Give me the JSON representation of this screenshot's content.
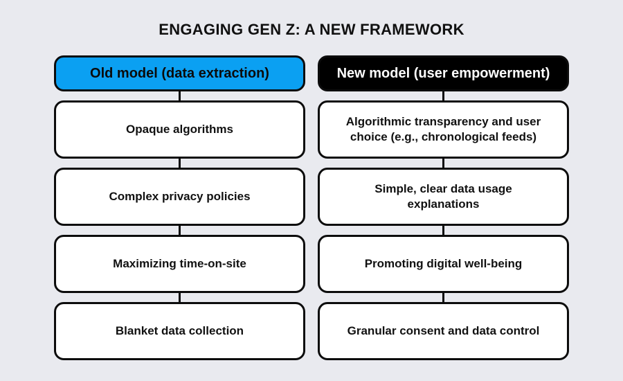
{
  "title": "ENGAGING GEN Z: A NEW FRAMEWORK",
  "colors": {
    "background": "#e9eaef",
    "accent_blue": "#0ba0f2",
    "header_dark": "#000000",
    "box_border": "#0c0c0c",
    "box_fill": "#ffffff"
  },
  "columns": [
    {
      "header": "Old model (data extraction)",
      "items": [
        "Opaque algorithms",
        "Complex privacy policies",
        "Maximizing time-on-site",
        "Blanket data collection"
      ]
    },
    {
      "header": "New model (user empowerment)",
      "items": [
        "Algorithmic transparency and user choice (e.g., chronological feeds)",
        "Simple, clear data usage explanations",
        "Promoting digital well-being",
        "Granular consent and data control"
      ]
    }
  ]
}
